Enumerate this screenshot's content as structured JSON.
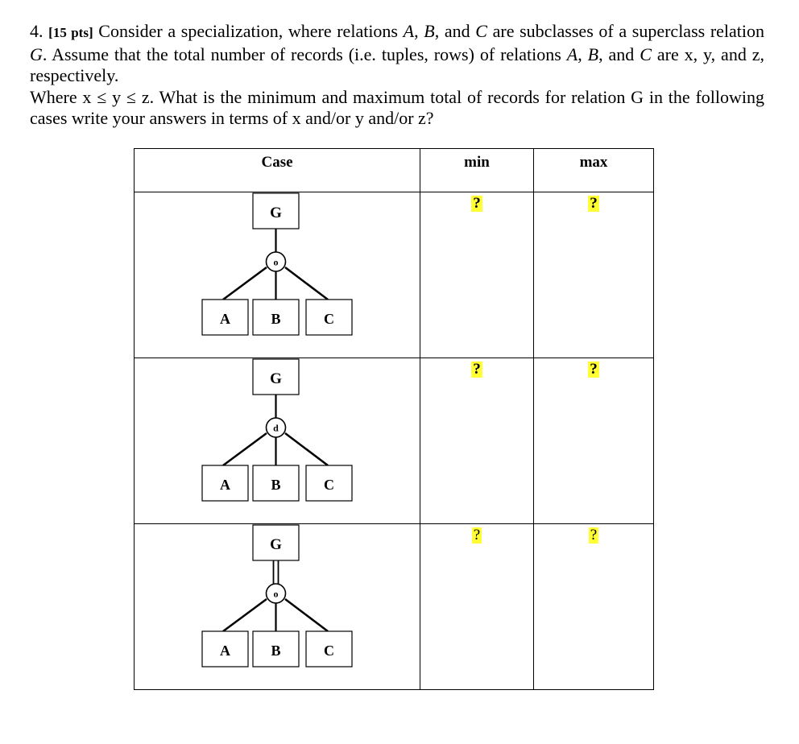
{
  "question": {
    "number": "4.",
    "points": "[15 pts]",
    "line1": "Consider a specialization, where relations ",
    "rel_a": "A",
    "sep1": ", ",
    "rel_b": "B",
    "sep2": ", and ",
    "rel_c": "C",
    "line1_end": " are subclasses of a superclass relation ",
    "rel_g": "G",
    "line2": ". Assume that the total number of records (i.e. tuples, rows) of relations ",
    "rel_a2": "A",
    "sep3": ", ",
    "rel_b2": "B",
    "sep4": ", and ",
    "rel_c2": "C",
    "line3": " are x, y, and z, respectively.",
    "paragraph2": "Where x ≤ y ≤ z. What is the minimum and maximum total of records for relation G in the following cases write your answers in terms of x and/or y and/or z?"
  },
  "table": {
    "headers": {
      "case": "Case",
      "min": "min",
      "max": "max"
    },
    "rows": [
      {
        "superclass": "G",
        "constraint_symbol": "o",
        "subclasses": [
          "A",
          "B",
          "C"
        ],
        "min": "?",
        "max": "?"
      },
      {
        "superclass": "G",
        "constraint_symbol": "d",
        "subclasses": [
          "A",
          "B",
          "C"
        ],
        "min": "?",
        "max": "?"
      },
      {
        "superclass": "G",
        "constraint_symbol": "o",
        "subclasses": [
          "A",
          "B",
          "C"
        ],
        "min": "?",
        "max": "?"
      }
    ]
  },
  "colors": {
    "answer_highlight": "#ffff33"
  }
}
